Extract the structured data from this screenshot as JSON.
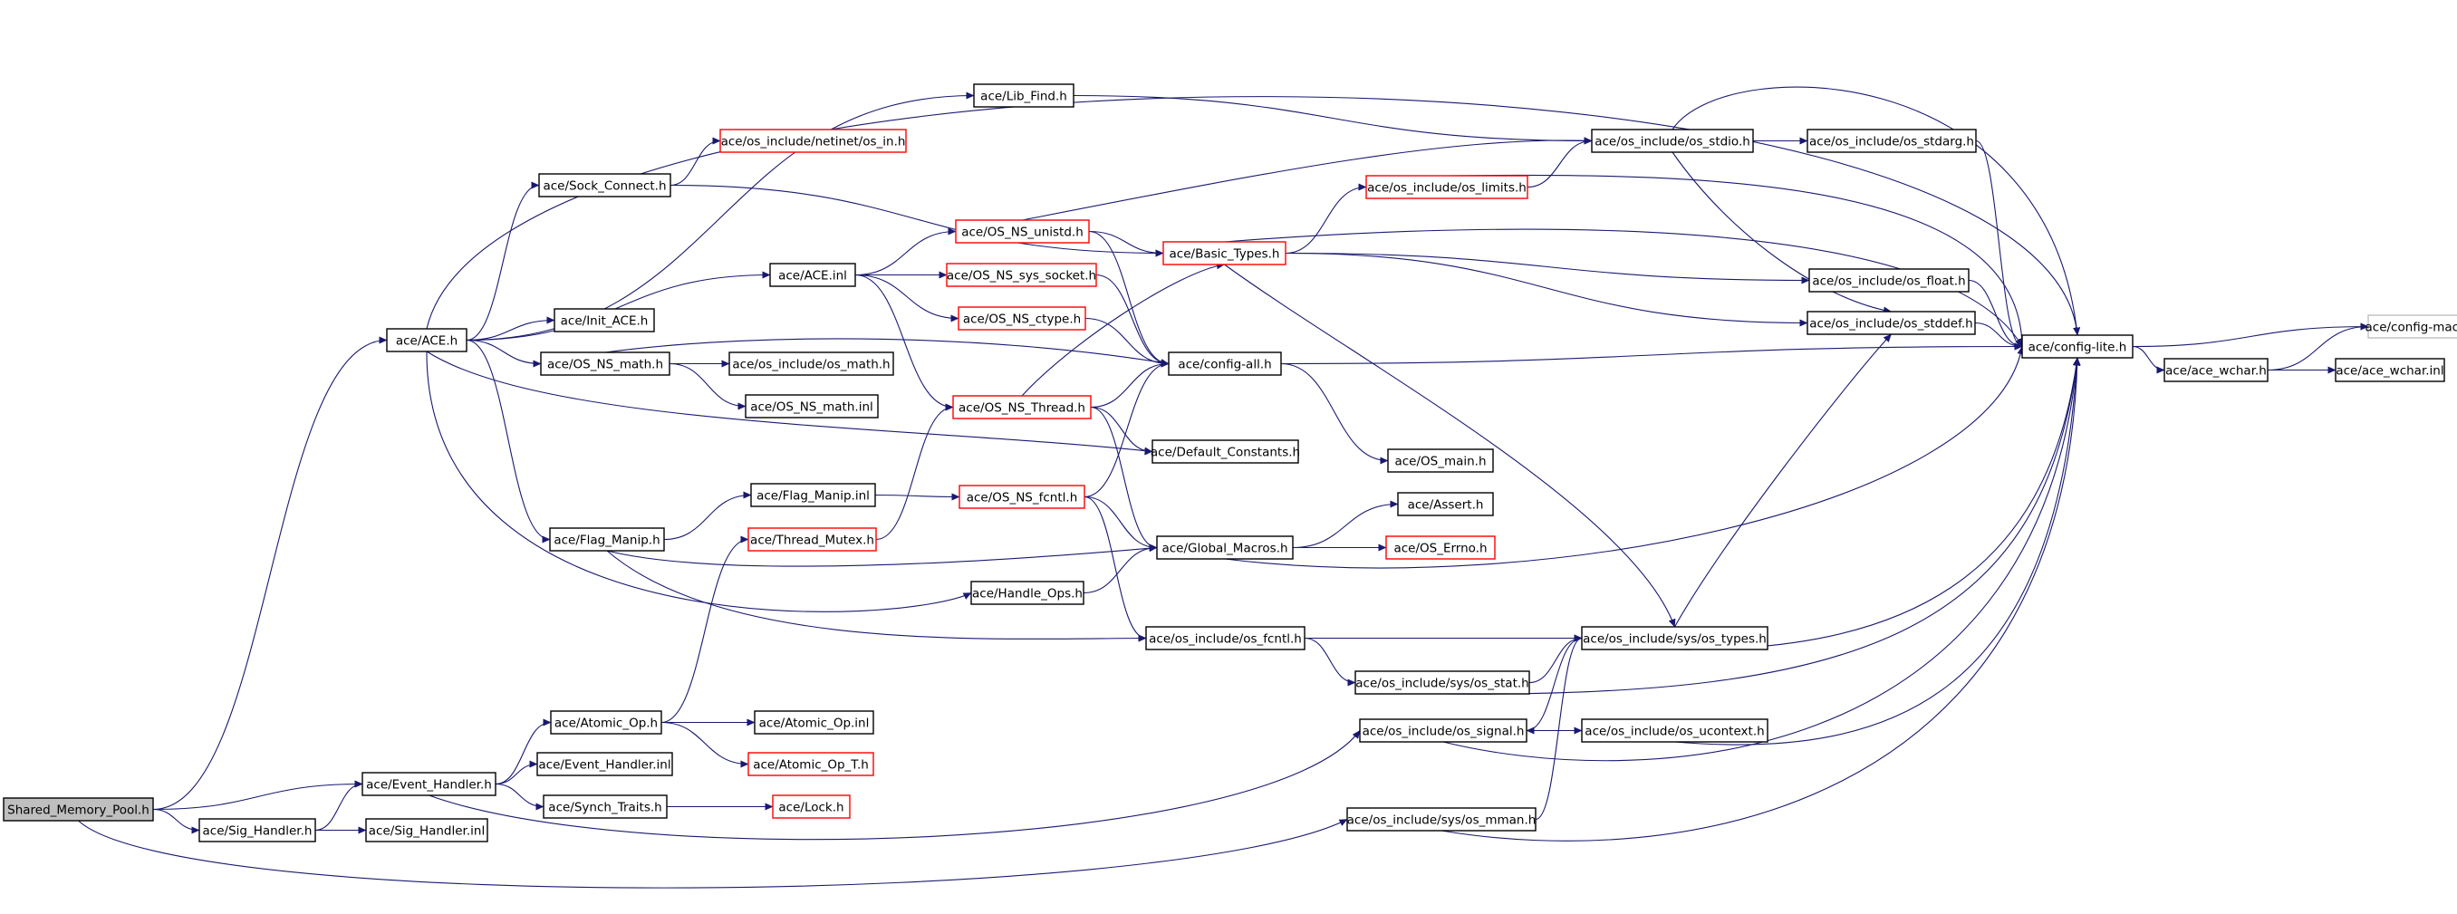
{
  "diagram": {
    "colors": {
      "edge": "#191970",
      "node_border_default": "#000000",
      "node_border_truncated": "#ff0000",
      "node_border_external": "#bfbfbf",
      "root_fill": "#bfbfbf"
    },
    "nodes": [
      {
        "id": "root",
        "label": "Shared_Memory_Pool.h",
        "style": "root"
      },
      {
        "id": "ace_h",
        "label": "ace/ACE.h",
        "style": "normal"
      },
      {
        "id": "event_handler_h",
        "label": "ace/Event_Handler.h",
        "style": "normal"
      },
      {
        "id": "sig_handler_h",
        "label": "ace/Sig_Handler.h",
        "style": "normal"
      },
      {
        "id": "sig_handler_inl",
        "label": "ace/Sig_Handler.inl",
        "style": "normal"
      },
      {
        "id": "lib_find_h",
        "label": "ace/Lib_Find.h",
        "style": "normal"
      },
      {
        "id": "os_in_h",
        "label": "ace/os_include/netinet/os_in.h",
        "style": "truncated"
      },
      {
        "id": "sock_connect_h",
        "label": "ace/Sock_Connect.h",
        "style": "normal"
      },
      {
        "id": "ace_inl",
        "label": "ace/ACE.inl",
        "style": "normal"
      },
      {
        "id": "init_ace_h",
        "label": "ace/Init_ACE.h",
        "style": "normal"
      },
      {
        "id": "os_ns_math_h",
        "label": "ace/OS_NS_math.h",
        "style": "normal"
      },
      {
        "id": "os_math_h",
        "label": "ace/os_include/os_math.h",
        "style": "normal"
      },
      {
        "id": "os_ns_math_inl",
        "label": "ace/OS_NS_math.inl",
        "style": "normal"
      },
      {
        "id": "flag_manip_h",
        "label": "ace/Flag_Manip.h",
        "style": "normal"
      },
      {
        "id": "flag_manip_inl",
        "label": "ace/Flag_Manip.inl",
        "style": "normal"
      },
      {
        "id": "thread_mutex_h",
        "label": "ace/Thread_Mutex.h",
        "style": "truncated"
      },
      {
        "id": "handle_ops_h",
        "label": "ace/Handle_Ops.h",
        "style": "normal"
      },
      {
        "id": "atomic_op_h",
        "label": "ace/Atomic_Op.h",
        "style": "normal"
      },
      {
        "id": "atomic_op_inl",
        "label": "ace/Atomic_Op.inl",
        "style": "normal"
      },
      {
        "id": "atomic_op_t_h",
        "label": "ace/Atomic_Op_T.h",
        "style": "truncated"
      },
      {
        "id": "event_handler_inl",
        "label": "ace/Event_Handler.inl",
        "style": "normal"
      },
      {
        "id": "synch_traits_h",
        "label": "ace/Synch_Traits.h",
        "style": "normal"
      },
      {
        "id": "lock_h",
        "label": "ace/Lock.h",
        "style": "truncated"
      },
      {
        "id": "os_ns_unistd_h",
        "label": "ace/OS_NS_unistd.h",
        "style": "truncated"
      },
      {
        "id": "os_ns_sys_socket_h",
        "label": "ace/OS_NS_sys_socket.h",
        "style": "truncated"
      },
      {
        "id": "os_ns_ctype_h",
        "label": "ace/OS_NS_ctype.h",
        "style": "truncated"
      },
      {
        "id": "os_ns_thread_h",
        "label": "ace/OS_NS_Thread.h",
        "style": "truncated"
      },
      {
        "id": "os_ns_fcntl_h",
        "label": "ace/OS_NS_fcntl.h",
        "style": "truncated"
      },
      {
        "id": "basic_types_h",
        "label": "ace/Basic_Types.h",
        "style": "truncated"
      },
      {
        "id": "config_all_h",
        "label": "ace/config-all.h",
        "style": "normal"
      },
      {
        "id": "default_constants_h",
        "label": "ace/Default_Constants.h",
        "style": "normal"
      },
      {
        "id": "global_macros_h",
        "label": "ace/Global_Macros.h",
        "style": "normal"
      },
      {
        "id": "os_fcntl_h",
        "label": "ace/os_include/os_fcntl.h",
        "style": "normal"
      },
      {
        "id": "os_limits_h",
        "label": "ace/os_include/os_limits.h",
        "style": "truncated"
      },
      {
        "id": "os_stdio_h",
        "label": "ace/os_include/os_stdio.h",
        "style": "normal"
      },
      {
        "id": "os_stdarg_h",
        "label": "ace/os_include/os_stdarg.h",
        "style": "normal"
      },
      {
        "id": "os_float_h",
        "label": "ace/os_include/os_float.h",
        "style": "normal"
      },
      {
        "id": "os_stddef_h",
        "label": "ace/os_include/os_stddef.h",
        "style": "normal"
      },
      {
        "id": "os_main_h",
        "label": "ace/OS_main.h",
        "style": "normal"
      },
      {
        "id": "assert_h",
        "label": "ace/Assert.h",
        "style": "normal"
      },
      {
        "id": "os_errno_h",
        "label": "ace/OS_Errno.h",
        "style": "truncated"
      },
      {
        "id": "os_types_h",
        "label": "ace/os_include/sys/os_types.h",
        "style": "normal"
      },
      {
        "id": "os_stat_h",
        "label": "ace/os_include/sys/os_stat.h",
        "style": "normal"
      },
      {
        "id": "os_signal_h",
        "label": "ace/os_include/os_signal.h",
        "style": "normal"
      },
      {
        "id": "os_ucontext_h",
        "label": "ace/os_include/os_ucontext.h",
        "style": "normal"
      },
      {
        "id": "os_mman_h",
        "label": "ace/os_include/sys/os_mman.h",
        "style": "normal"
      },
      {
        "id": "config_lite_h",
        "label": "ace/config-lite.h",
        "style": "normal"
      },
      {
        "id": "config_macros_h",
        "label": "ace/config-macros.h",
        "style": "external"
      },
      {
        "id": "ace_wchar_h",
        "label": "ace/ace_wchar.h",
        "style": "normal"
      },
      {
        "id": "ace_wchar_inl",
        "label": "ace/ace_wchar.inl",
        "style": "normal"
      }
    ],
    "edges": [
      [
        "root",
        "ace_h"
      ],
      [
        "root",
        "event_handler_h"
      ],
      [
        "root",
        "sig_handler_h"
      ],
      [
        "root",
        "os_mman_h"
      ],
      [
        "sig_handler_h",
        "event_handler_h"
      ],
      [
        "sig_handler_h",
        "sig_handler_inl"
      ],
      [
        "ace_h",
        "lib_find_h"
      ],
      [
        "ace_h",
        "sock_connect_h"
      ],
      [
        "ace_h",
        "ace_inl"
      ],
      [
        "ace_h",
        "init_ace_h"
      ],
      [
        "ace_h",
        "os_ns_math_h"
      ],
      [
        "ace_h",
        "flag_manip_h"
      ],
      [
        "ace_h",
        "handle_ops_h"
      ],
      [
        "ace_h",
        "config_lite_h"
      ],
      [
        "ace_h",
        "default_constants_h"
      ],
      [
        "lib_find_h",
        "os_stdio_h"
      ],
      [
        "sock_connect_h",
        "os_in_h"
      ],
      [
        "sock_connect_h",
        "basic_types_h"
      ],
      [
        "ace_inl",
        "os_ns_unistd_h"
      ],
      [
        "ace_inl",
        "os_ns_sys_socket_h"
      ],
      [
        "ace_inl",
        "os_ns_ctype_h"
      ],
      [
        "ace_inl",
        "os_ns_thread_h"
      ],
      [
        "os_ns_math_h",
        "os_math_h"
      ],
      [
        "os_ns_math_h",
        "os_ns_math_inl"
      ],
      [
        "os_ns_math_h",
        "config_all_h"
      ],
      [
        "flag_manip_h",
        "flag_manip_inl"
      ],
      [
        "flag_manip_h",
        "global_macros_h"
      ],
      [
        "flag_manip_h",
        "os_fcntl_h"
      ],
      [
        "flag_manip_inl",
        "os_ns_fcntl_h"
      ],
      [
        "thread_mutex_h",
        "os_ns_thread_h"
      ],
      [
        "handle_ops_h",
        "global_macros_h"
      ],
      [
        "event_handler_h",
        "atomic_op_h"
      ],
      [
        "event_handler_h",
        "event_handler_inl"
      ],
      [
        "event_handler_h",
        "synch_traits_h"
      ],
      [
        "event_handler_h",
        "os_signal_h"
      ],
      [
        "atomic_op_h",
        "thread_mutex_h"
      ],
      [
        "atomic_op_h",
        "atomic_op_inl"
      ],
      [
        "atomic_op_h",
        "atomic_op_t_h"
      ],
      [
        "synch_traits_h",
        "lock_h"
      ],
      [
        "os_ns_unistd_h",
        "basic_types_h"
      ],
      [
        "os_ns_unistd_h",
        "config_all_h"
      ],
      [
        "os_ns_unistd_h",
        "os_stdio_h"
      ],
      [
        "os_ns_sys_socket_h",
        "config_all_h"
      ],
      [
        "os_ns_ctype_h",
        "config_all_h"
      ],
      [
        "os_ns_thread_h",
        "config_all_h"
      ],
      [
        "os_ns_thread_h",
        "basic_types_h"
      ],
      [
        "os_ns_thread_h",
        "default_constants_h"
      ],
      [
        "os_ns_thread_h",
        "global_macros_h"
      ],
      [
        "os_ns_fcntl_h",
        "config_all_h"
      ],
      [
        "os_ns_fcntl_h",
        "global_macros_h"
      ],
      [
        "os_ns_fcntl_h",
        "os_fcntl_h"
      ],
      [
        "basic_types_h",
        "os_limits_h"
      ],
      [
        "basic_types_h",
        "os_float_h"
      ],
      [
        "basic_types_h",
        "os_stddef_h"
      ],
      [
        "basic_types_h",
        "os_types_h"
      ],
      [
        "basic_types_h",
        "config_lite_h"
      ],
      [
        "config_all_h",
        "config_lite_h"
      ],
      [
        "config_all_h",
        "os_main_h"
      ],
      [
        "global_macros_h",
        "assert_h"
      ],
      [
        "global_macros_h",
        "os_errno_h"
      ],
      [
        "global_macros_h",
        "config_lite_h"
      ],
      [
        "os_fcntl_h",
        "os_types_h"
      ],
      [
        "os_fcntl_h",
        "os_stat_h"
      ],
      [
        "os_limits_h",
        "os_stdio_h"
      ],
      [
        "os_limits_h",
        "config_lite_h"
      ],
      [
        "os_stdio_h",
        "os_stdarg_h"
      ],
      [
        "os_stdio_h",
        "os_stddef_h"
      ],
      [
        "os_stdio_h",
        "config_lite_h"
      ],
      [
        "os_stdarg_h",
        "config_lite_h"
      ],
      [
        "os_float_h",
        "config_lite_h"
      ],
      [
        "os_stddef_h",
        "config_lite_h"
      ],
      [
        "os_types_h",
        "os_stddef_h"
      ],
      [
        "os_types_h",
        "config_lite_h"
      ],
      [
        "os_stat_h",
        "os_types_h"
      ],
      [
        "os_stat_h",
        "config_lite_h"
      ],
      [
        "os_signal_h",
        "os_types_h"
      ],
      [
        "os_signal_h",
        "os_ucontext_h"
      ],
      [
        "os_signal_h",
        "config_lite_h"
      ],
      [
        "os_ucontext_h",
        "os_signal_h"
      ],
      [
        "os_ucontext_h",
        "config_lite_h"
      ],
      [
        "os_mman_h",
        "os_types_h"
      ],
      [
        "os_mman_h",
        "config_lite_h"
      ],
      [
        "config_lite_h",
        "config_macros_h"
      ],
      [
        "config_lite_h",
        "ace_wchar_h"
      ],
      [
        "ace_wchar_h",
        "config_macros_h"
      ],
      [
        "ace_wchar_h",
        "ace_wchar_inl"
      ]
    ]
  }
}
